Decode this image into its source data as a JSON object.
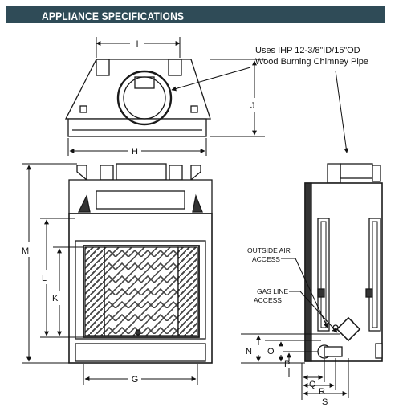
{
  "header": {
    "title": "APPLIANCE SPECIFICATIONS"
  },
  "notes": {
    "chimney_line1": "Uses IHP 12-3/8”ID/15”OD",
    "chimney_line2": "Wood Burning Chimney Pipe",
    "outside_air_line1": "OUTSIDE AIR",
    "outside_air_line2": "ACCESS",
    "gas_line_line1": "GAS LINE",
    "gas_line_line2": "ACCESS"
  },
  "dimensions": {
    "I": "I",
    "J": "J",
    "H": "H",
    "M": "M",
    "L": "L",
    "K": "K",
    "G": "G",
    "N": "N",
    "O": "O",
    "P": "P",
    "Q": "Q",
    "R": "R",
    "S": "S"
  },
  "colors": {
    "header_bg": "#2f4b57",
    "line": "#1a1a1a",
    "brick": "#555555"
  }
}
